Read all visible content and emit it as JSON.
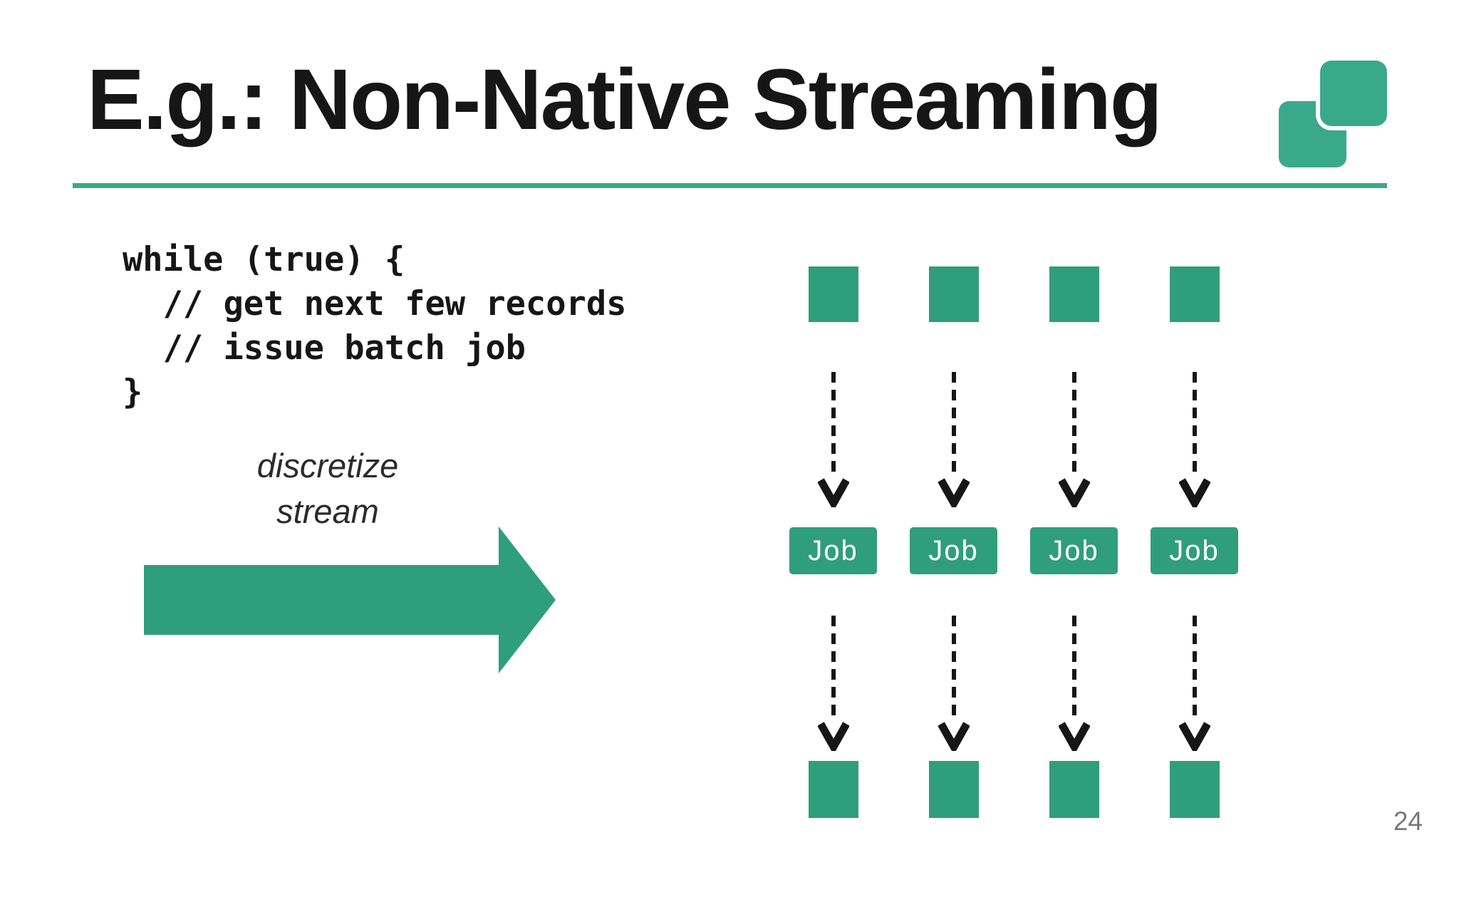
{
  "slide": {
    "title": "E.g.: Non-Native Streaming",
    "page_number": "24",
    "code_lines": [
      "while (true) {",
      "  // get next few records",
      "  // issue batch job",
      "}"
    ],
    "arrow_label": {
      "line1": "discretize",
      "line2": "stream"
    },
    "diagram": {
      "columns": [
        {
          "job_label": "Job"
        },
        {
          "job_label": "Job"
        },
        {
          "job_label": "Job"
        },
        {
          "job_label": "Job"
        }
      ]
    },
    "colors": {
      "accent": "#2f9e7b",
      "underline": "#3aa98b",
      "ink": "#161616",
      "page_number": "#77787a",
      "job_text": "#ffffff"
    }
  }
}
